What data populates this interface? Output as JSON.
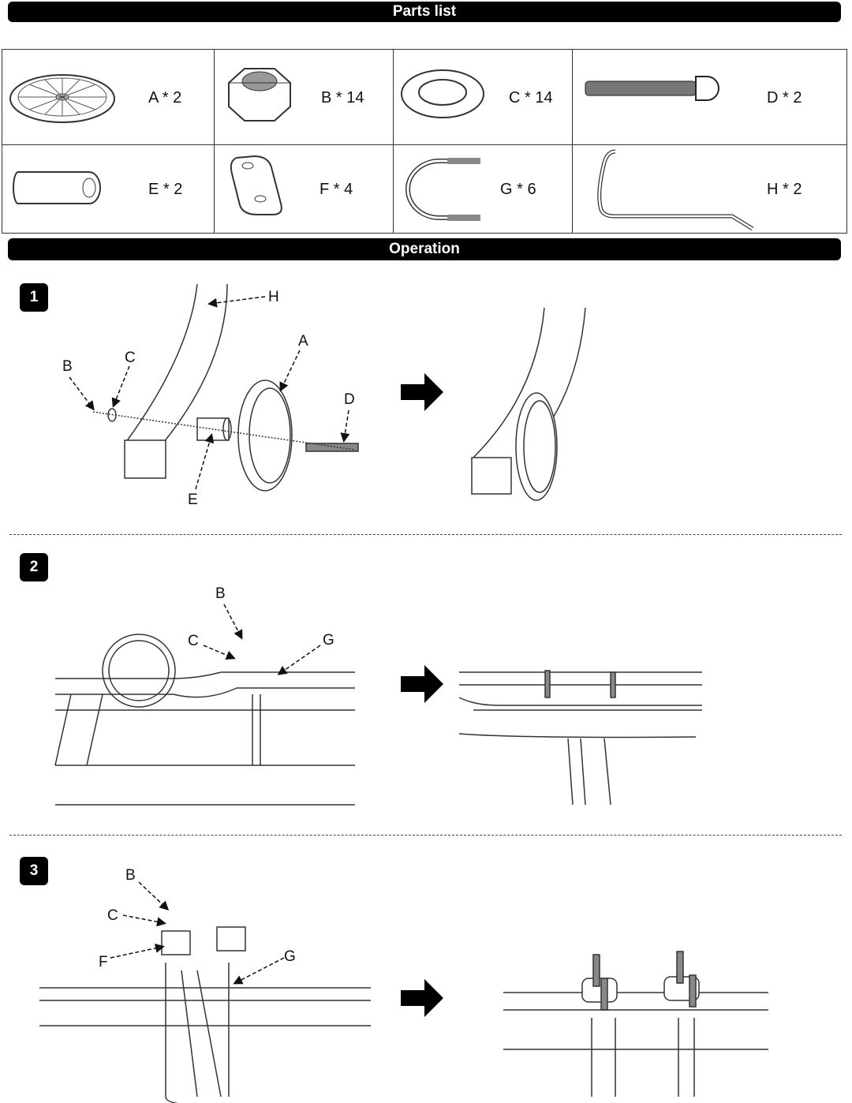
{
  "parts_list": {
    "title": "Parts list",
    "items": [
      {
        "label": "A * 2",
        "icon": "wheel"
      },
      {
        "label": "B * 14",
        "icon": "hex-nut"
      },
      {
        "label": "C * 14",
        "icon": "washer"
      },
      {
        "label": "D * 2",
        "icon": "bolt"
      },
      {
        "label": "E * 2",
        "icon": "spacer-tube"
      },
      {
        "label": "F * 4",
        "icon": "plate"
      },
      {
        "label": "G * 6",
        "icon": "u-bolt"
      },
      {
        "label": "H * 2",
        "icon": "handle-bar"
      }
    ]
  },
  "operation": {
    "title": "Operation",
    "steps": [
      {
        "number": "1",
        "callouts": [
          "H",
          "A",
          "B",
          "C",
          "D",
          "E"
        ]
      },
      {
        "number": "2",
        "callouts": [
          "B",
          "C",
          "G"
        ]
      },
      {
        "number": "3",
        "callouts": [
          "B",
          "C",
          "F",
          "G"
        ]
      }
    ]
  }
}
